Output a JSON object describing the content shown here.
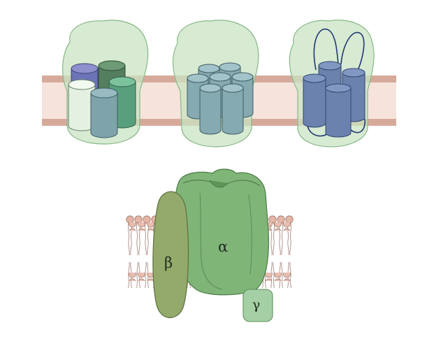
{
  "subunits": {
    "alpha": "α",
    "beta": "β",
    "gamma": "γ"
  },
  "colors": {
    "membrane_band": "#f6e4dc",
    "membrane_stripe": "#d6aa9a",
    "envelope": "#c9e3c3",
    "envelope_stroke": "#86b886",
    "helix_blue": "#6a82ad",
    "helix_teal": "#86aab1",
    "helix_green": "#66ad88",
    "helix_dark_green": "#5f8b68",
    "helix_violet": "#7e82c2",
    "helix_pale": "#e6f2e6",
    "alpha_subunit": "#7fb577",
    "beta_subunit": "#93aa6a",
    "gamma_subunit": "#a5d0a5",
    "lipid_head": "#e4b6a8"
  },
  "icons": [
    "transmembrane-helix-icon",
    "lipid-bilayer-icon",
    "connecting-loop-icon"
  ]
}
